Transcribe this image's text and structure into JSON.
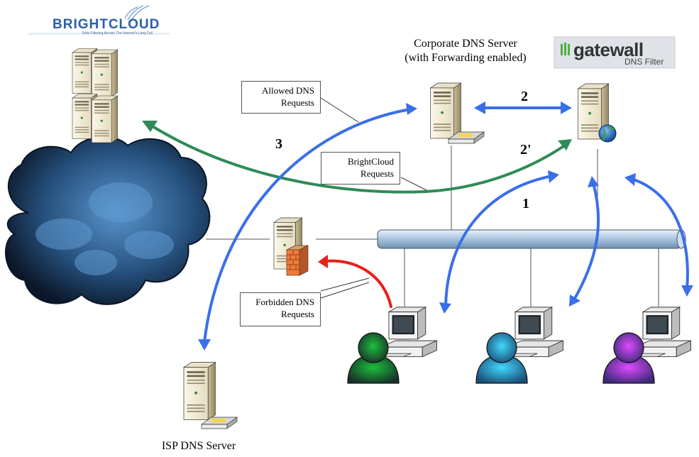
{
  "labels": {
    "corporate_dns_line1": "Corporate DNS Server",
    "corporate_dns_line2": "(with Forwarding enabled)",
    "isp_dns": "ISP DNS Server"
  },
  "logos": {
    "brightcloud": "BRIGHTCLOUD",
    "brightcloud_tagline": "Web Filtering Across The Internet's Long Tail",
    "gatewall": "gatewall",
    "gatewall_sub": "DNS Filter"
  },
  "callouts": {
    "allowed_line1": "Allowed DNS",
    "allowed_line2": "Requests",
    "brightcloud_line1": "BrightCloud",
    "brightcloud_line2": "Requests",
    "forbidden_line1": "Forbidden DNS",
    "forbidden_line2": "Requests"
  },
  "step_numbers": {
    "n1": "1",
    "n2": "2",
    "n2p": "2'",
    "n3": "3"
  },
  "colors": {
    "blue_arrow": "#3a6fe8",
    "green_arrow": "#2e8b57",
    "red_arrow": "#e8201a",
    "cloud_dark": "#0d1b2e",
    "cloud_light": "#4a86bf",
    "bus_pipe": "#b9cfe6",
    "user_green": "#1f8a3a",
    "user_cyan": "#28b8d8",
    "user_purple": "#b43ad8"
  },
  "icons": [
    "server-icon",
    "firewall-server-icon",
    "computer-icon",
    "user-icon",
    "cloud-icon",
    "globe-icon"
  ]
}
